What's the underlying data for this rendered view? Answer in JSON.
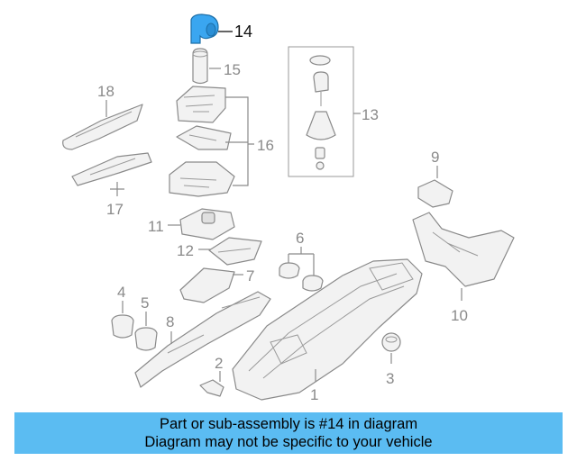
{
  "diagram": {
    "callouts": {
      "c1": "1",
      "c2": "2",
      "c3": "3",
      "c4": "4",
      "c5": "5",
      "c6": "6",
      "c7": "7",
      "c8": "8",
      "c9": "9",
      "c10": "10",
      "c11": "11",
      "c12": "12",
      "c13": "13",
      "c14": "14",
      "c15": "15",
      "c16": "16",
      "c17": "17",
      "c18": "18"
    },
    "highlighted_part": "14",
    "highlight_color": "#3aa6f0",
    "line_color": "#8a8a8a"
  },
  "banner": {
    "line1": "Part or sub-assembly is #14 in diagram",
    "line2": "Diagram may not be specific to your vehicle",
    "background": "#5bbcf2"
  }
}
